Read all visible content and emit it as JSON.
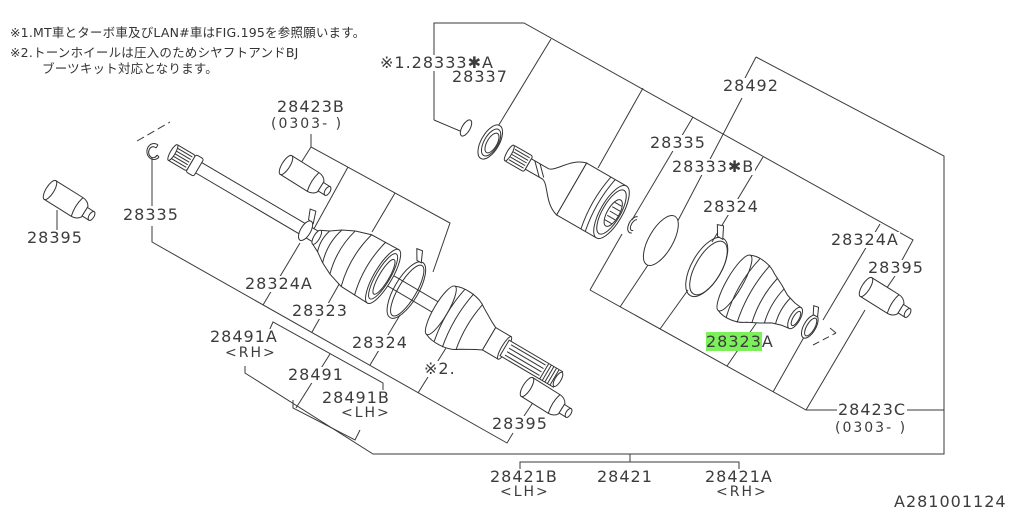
{
  "figure": {
    "id": "A281001124"
  },
  "colors": {
    "highlight": "#7CF05A",
    "line": "#333333",
    "background": "#ffffff"
  },
  "notes": {
    "note1": "※1.MT車とターボ車及びLAN#車はFIG.195を参照願います。",
    "note2_line1": "※2.トーンホイールは圧入のためシヤフトアンドBJ",
    "note2_line2": "ブーツキット対応となります。"
  },
  "callouts": {
    "ref_28333a": "※1.28333✱A",
    "c_28337": "28337",
    "c_28492": "28492",
    "c_28335_r": "28335",
    "c_28333b": "28333✱B",
    "c_28324_r": "28324",
    "c_28324a_r": "28324A",
    "c_28395_r": "28395",
    "c_28323a": {
      "highlight": "28323",
      "suffix": "A"
    },
    "c_28423c": {
      "label": "28423C",
      "sub": "(0303- )"
    },
    "c_28421b": {
      "label": "28421B",
      "sub": "<LH>"
    },
    "c_28421": "28421",
    "c_28421a": {
      "label": "28421A",
      "sub": "<RH>"
    },
    "c_28423b": {
      "label": "28423B",
      "sub": "(0303- )"
    },
    "c_28395_l": "28395",
    "c_28335_l": "28335",
    "c_28324a_l": "28324A",
    "c_28323": "28323",
    "c_28491a": {
      "label": "28491A",
      "sub": "<RH>"
    },
    "c_28324_l": "28324",
    "c_28491": "28491",
    "c_28491b": {
      "label": "28491B",
      "sub": "<LH>"
    },
    "ref_2": "※2.",
    "c_28395_b": "28395"
  },
  "parts_icons": {
    "left_axle": "drive-shaft-icon",
    "right_joint": "cv-joint-icon",
    "boot": "boot-icon",
    "clamp": "clamp-band-icon",
    "plug": "plug-cylinder-icon",
    "circlip": "circlip-icon"
  }
}
